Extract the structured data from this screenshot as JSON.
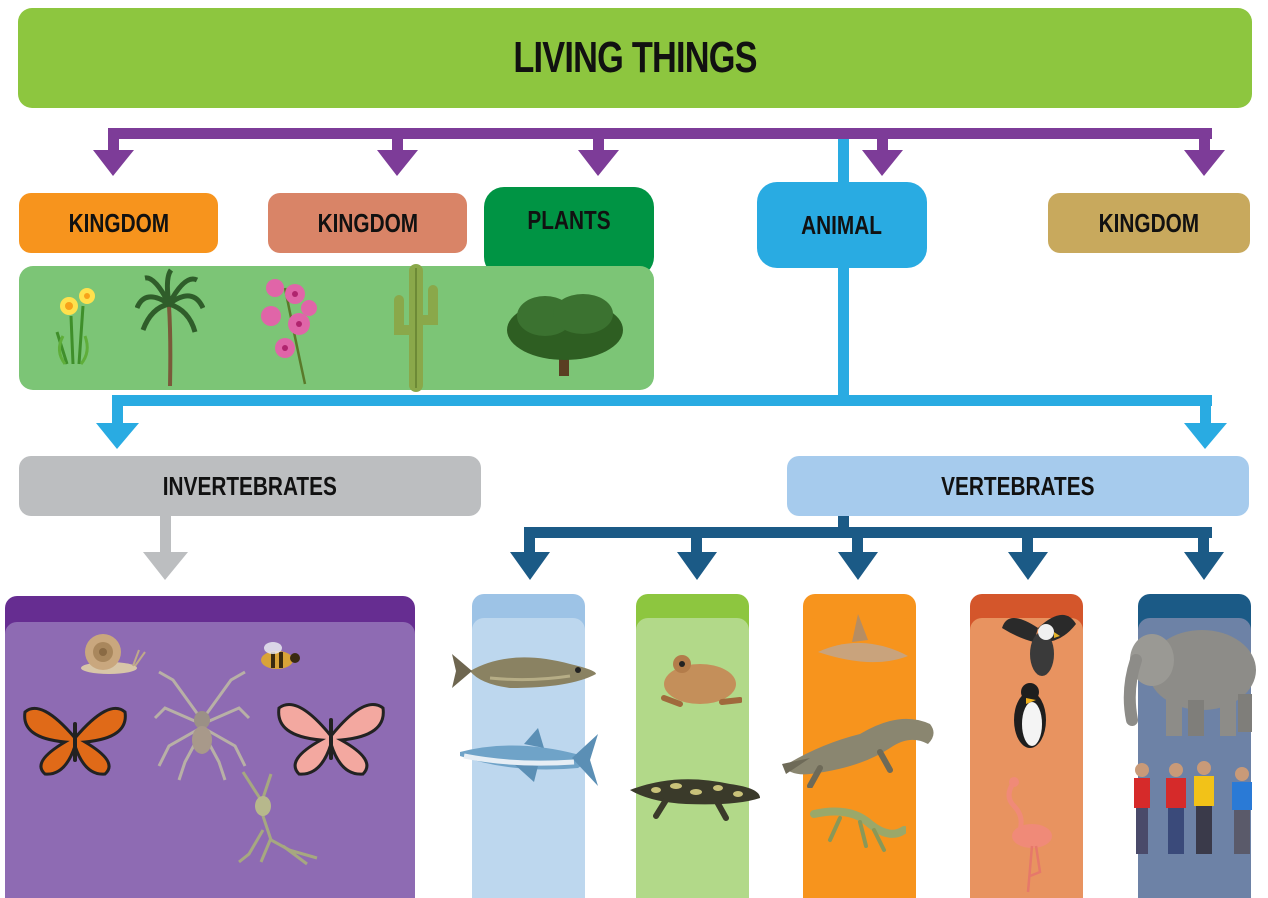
{
  "title": "LIVING THINGS",
  "kingdoms": [
    {
      "label": "KINGDOM",
      "color": "#f7941d"
    },
    {
      "label": "KINGDOM",
      "color": "#d98467"
    },
    {
      "label": "PLANTS",
      "color": "#009444"
    },
    {
      "label": "ANIMAL",
      "color": "#29abe2"
    },
    {
      "label": "KINGDOM",
      "color": "#c8a95d"
    }
  ],
  "animal_groups": [
    {
      "label": "INVERTEBRATES",
      "color": "#bcbec0"
    },
    {
      "label": "VERTEBRATES",
      "color": "#a6cbed"
    }
  ],
  "plant_images": [
    "daffodil-image",
    "palm-tree-image",
    "orchid-image",
    "cactus-image",
    "tree-image"
  ],
  "invertebrate_images": [
    "snail-image",
    "bee-image",
    "butterfly-image",
    "spider-image",
    "butterfly-image",
    "mantis-image"
  ],
  "vertebrate_columns": [
    {
      "group": "fish",
      "header_color": "#9dc3e6",
      "body_color": "#bdd7ee",
      "images": [
        "fish-image",
        "shark-image"
      ]
    },
    {
      "group": "amphibians",
      "header_color": "#8dc63f",
      "body_color": "#b2d989",
      "images": [
        "toad-image",
        "salamander-image"
      ]
    },
    {
      "group": "reptiles",
      "header_color": "#f7941d",
      "body_color": "#f7941d",
      "images": [
        "lizard-image",
        "crocodile-image",
        "gecko-image"
      ]
    },
    {
      "group": "birds",
      "header_color": "#d4562b",
      "body_color": "#e89360",
      "images": [
        "eagle-image",
        "penguin-image",
        "flamingo-image"
      ]
    },
    {
      "group": "mammals",
      "header_color": "#1b5a86",
      "body_color": "#6d82a6",
      "images": [
        "elephant-image",
        "children-image"
      ]
    }
  ],
  "colors": {
    "kingdom_arrows": "#7d3c98",
    "animal_arrows": "#29abe2",
    "invertebrate_arrow": "#bcbec0",
    "vertebrate_arrows": "#1b5a86",
    "invertebrate_panel_header": "#662d91",
    "invertebrate_panel": "#8e6bb3",
    "plants_panel": "#7cc576"
  }
}
